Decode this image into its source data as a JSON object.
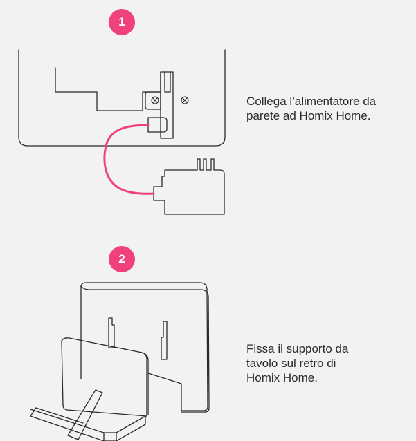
{
  "steps": [
    {
      "number": "1",
      "text": "Collega l’alimentatore da\nparete ad Homix Home."
    },
    {
      "number": "2",
      "text": "Fissa il supporto da\ntavolo sul retro di\nHomix Home."
    }
  ],
  "colors": {
    "accent": "#f0417f",
    "line": "#2a2a2a",
    "background": "#f2f2f2"
  }
}
